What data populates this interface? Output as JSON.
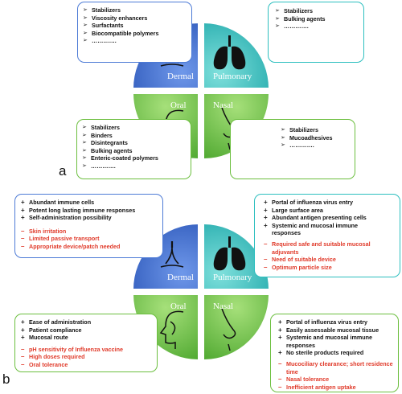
{
  "panel_a": {
    "label": "a",
    "quadrants": {
      "dermal": "Dermal",
      "pulmonary": "Pulmonary",
      "oral": "Oral",
      "nasal": "Nasal"
    },
    "dermal_box": [
      "Stabilizers",
      "Viscosity enhancers",
      "Surfactants",
      "Biocompatible polymers",
      "…………."
    ],
    "pulmonary_box": [
      "Stabilizers",
      "Bulking agents",
      "…………."
    ],
    "oral_box": [
      "Stabilizers",
      "Binders",
      "Disintegrants",
      "Bulking agents",
      "Enteric-coated polymers",
      "…………."
    ],
    "nasal_box": [
      "Stabilizers",
      "Mucoadhesives",
      "…………."
    ]
  },
  "panel_b": {
    "label": "b",
    "quadrants": {
      "dermal": "Dermal",
      "pulmonary": "Pulmonary",
      "oral": "Oral",
      "nasal": "Nasal"
    },
    "dermal_box": {
      "pros": [
        "Abundant immune cells",
        "Potent long lasting immune responses",
        "Self-administration possibility"
      ],
      "cons": [
        "Skin irritation",
        "Limited passive transport",
        "Appropriate device/patch needed"
      ]
    },
    "pulmonary_box": {
      "pros": [
        "Portal of influenza virus entry",
        "Large surface area",
        "Abundant antigen presenting cells",
        "Systemic and mucosal immune responses"
      ],
      "cons": [
        "Required safe and suitable mucosal adjuvants",
        "Need of suitable device",
        "Optimum particle size"
      ]
    },
    "oral_box": {
      "pros": [
        "Ease of administration",
        "Patient compliance",
        "Mucosal route"
      ],
      "cons": [
        "pH sensitivity of Influenza vaccine",
        "High doses required",
        "Oral tolerance"
      ]
    },
    "nasal_box": {
      "pros": [
        "Portal of influenza virus entry",
        "Easily assessable mucosal tissue",
        "Systemic and mucosal immune responses",
        "No sterile products required"
      ],
      "cons": [
        "Mucociliary clearance; short residence time",
        "Nasal tolerance",
        "Inefficient antigen uptake"
      ]
    }
  },
  "colors": {
    "dermal": "#3f6fd0",
    "pulmonary": "#27b8b8",
    "oral": "#6cc04a",
    "nasal": "#6cc04a",
    "con_text": "#e03a2a"
  }
}
